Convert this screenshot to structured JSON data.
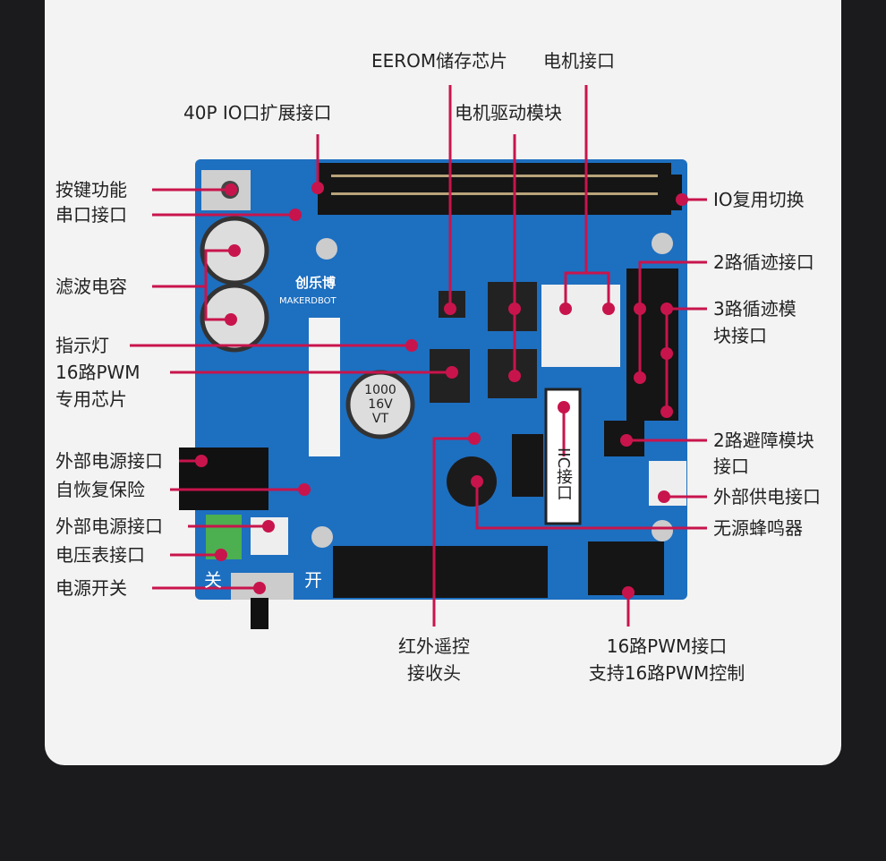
{
  "top_labels": {
    "eerom": "EEROM储存芯片",
    "motor_port": "电机接口",
    "io_expansion": "40P IO口扩展接口",
    "motor_driver": "电机驱动模块"
  },
  "left_labels": {
    "button": "按键功能",
    "serial": "串口接口",
    "capacitor": "滤波电容",
    "indicator": "指示灯",
    "pwm_chip_1": "16路PWM",
    "pwm_chip_2": "专用芯片",
    "ext_power_1": "外部电源接口",
    "fuse": "自恢复保险",
    "ext_power_2": "外部电源接口",
    "voltmeter": "电压表接口",
    "power_switch": "电源开关"
  },
  "right_labels": {
    "io_switch": "IO复用切换",
    "track2": "2路循迹接口",
    "track3_1": "3路循迹模",
    "track3_2": "块接口",
    "avoid_1": "2路避障模块",
    "avoid_2": "接口",
    "ext_supply": "外部供电接口",
    "buzzer": "无源蜂鸣器"
  },
  "bottom_labels": {
    "ir_1": "红外遥控",
    "ir_2": "接收头",
    "pwm_port_1": "16路PWM接口",
    "pwm_port_2": "支持16路PWM控制"
  },
  "board": {
    "brand": "创乐博",
    "brand_en": "MAKERDBOT",
    "iic": "IIC接口",
    "cap_text": "1000 16V VT",
    "switch_off": "关",
    "switch_on": "开"
  },
  "colors": {
    "accent": "#c8144c",
    "board": "#1d6fc0"
  }
}
